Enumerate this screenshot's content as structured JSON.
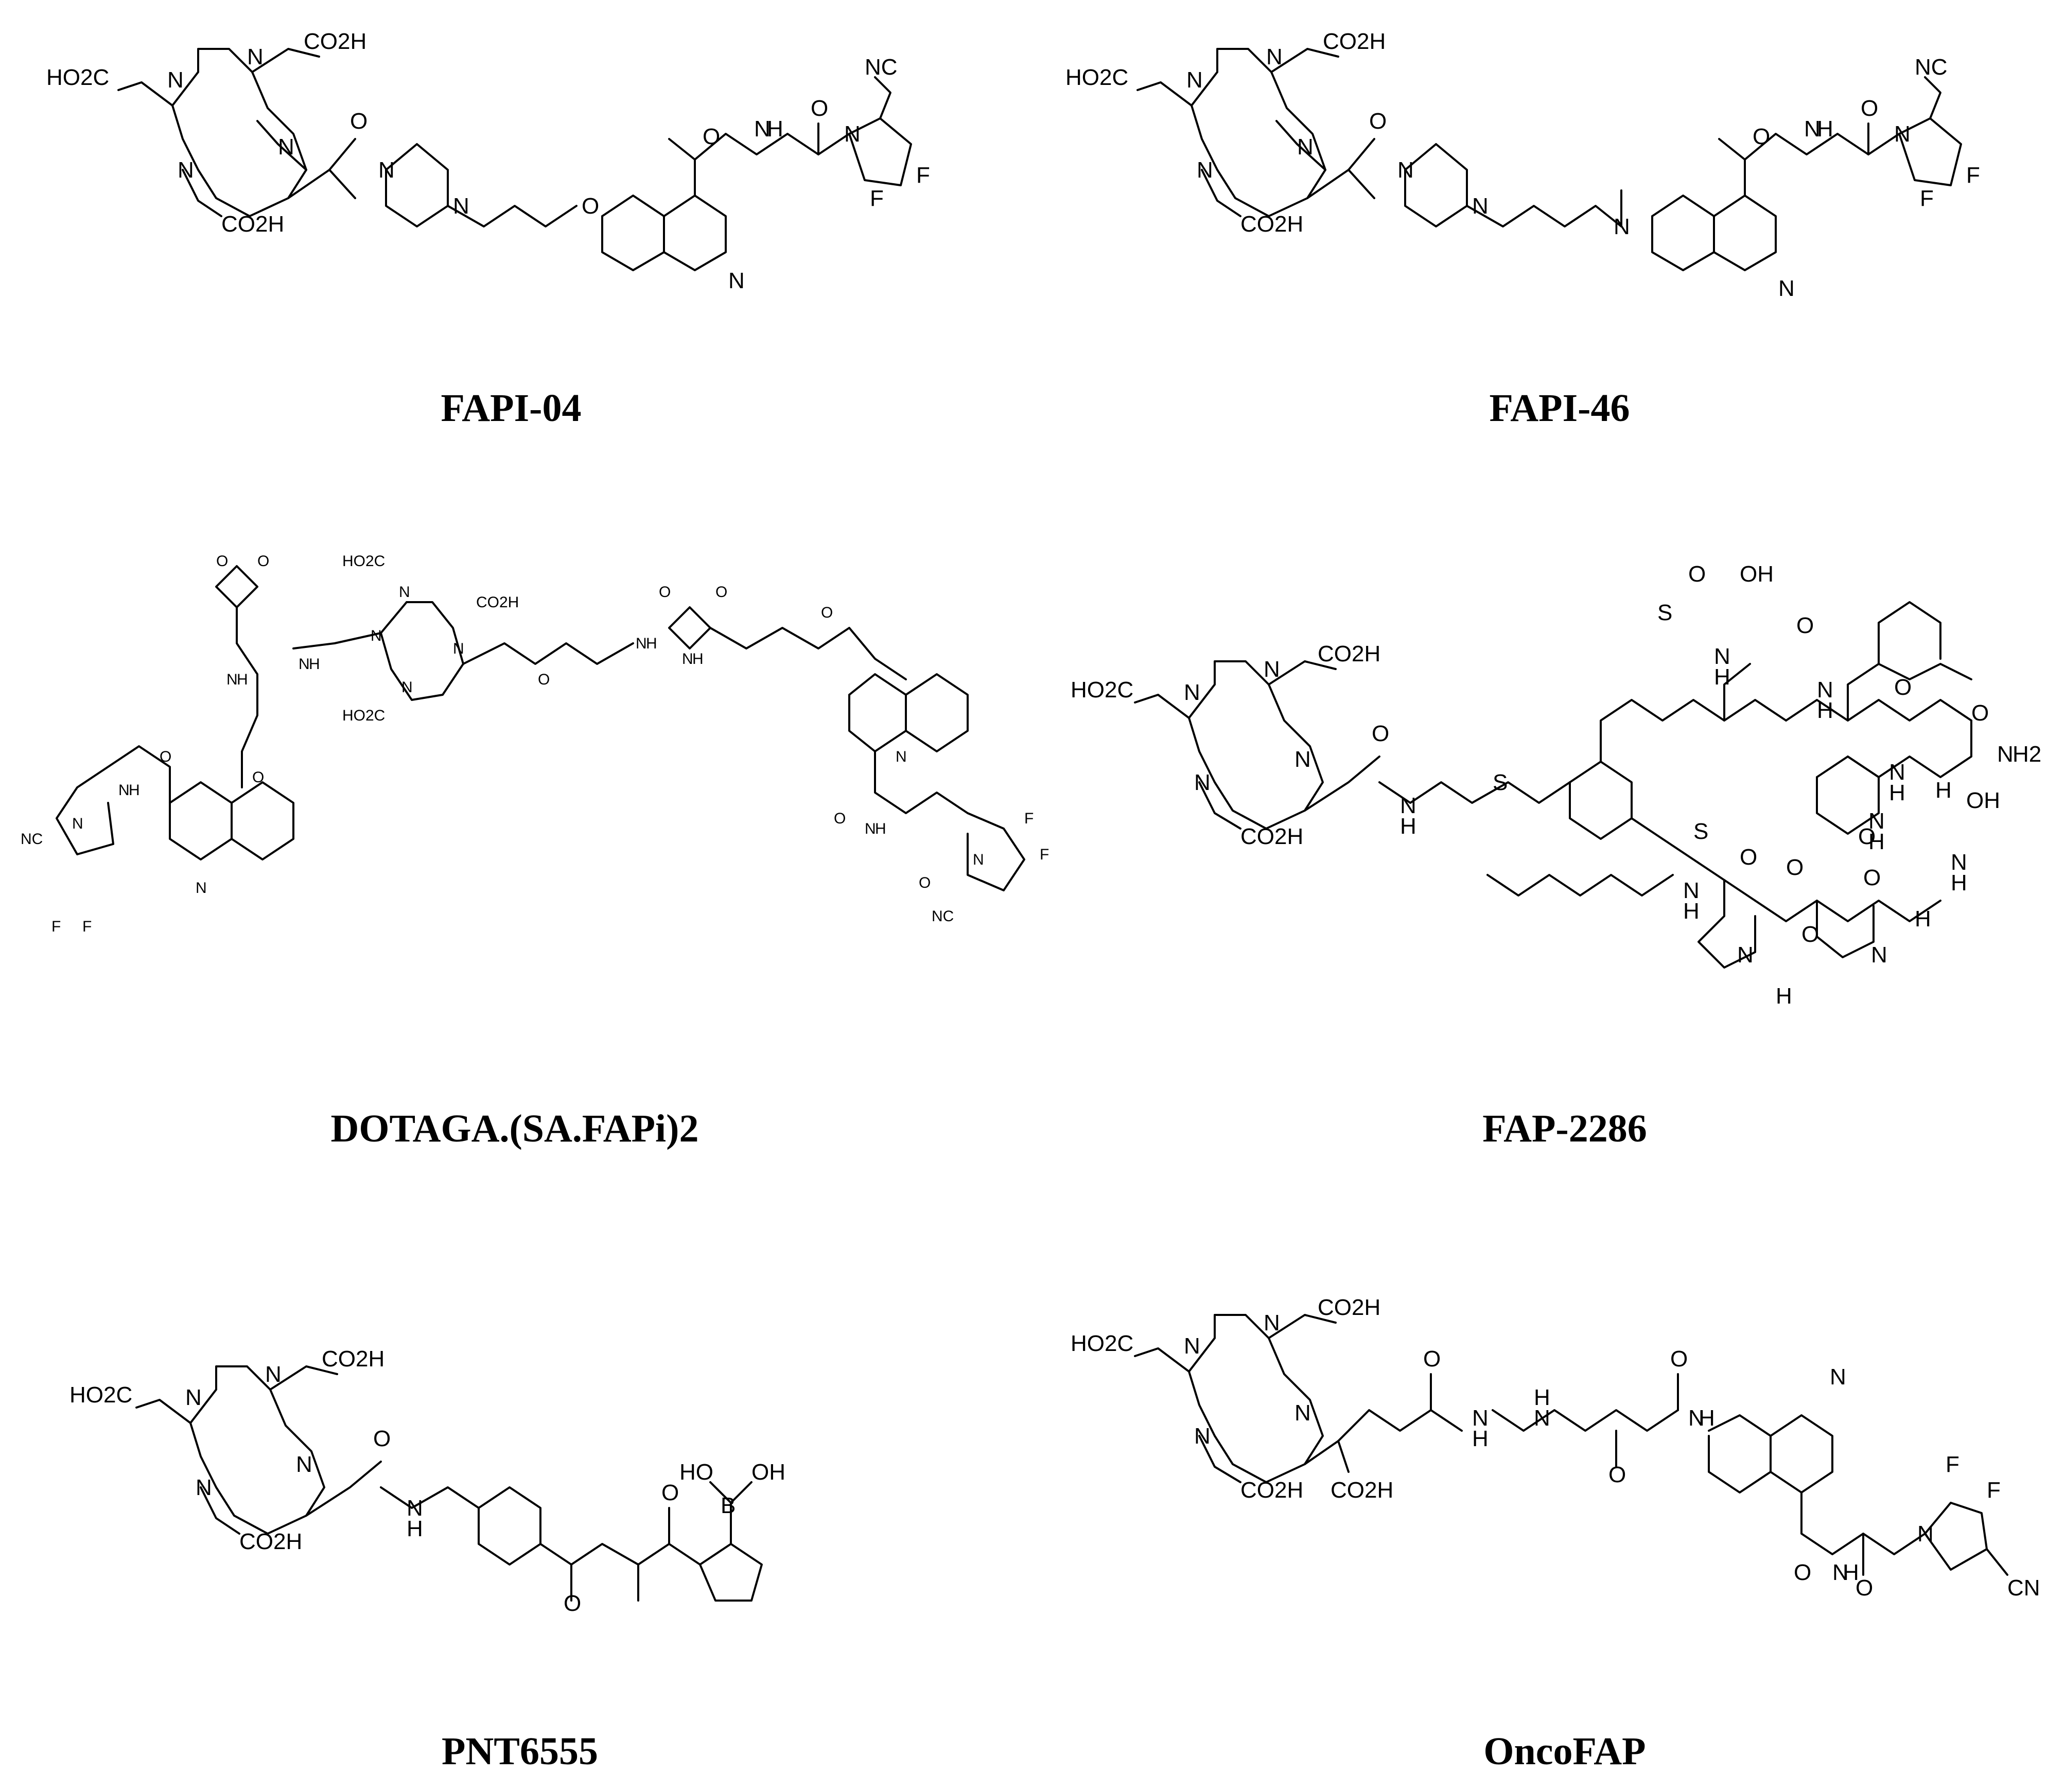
{
  "figure": {
    "panels": [
      {
        "name": "FAPI-04",
        "labels": [
          "HO2C",
          "CO2H",
          "CO2H",
          "N",
          "N",
          "N",
          "N",
          "O",
          "N",
          "N",
          "O",
          "O",
          "N",
          "H",
          "O",
          "NC",
          "N",
          "F",
          "F",
          "N"
        ]
      },
      {
        "name": "FAPI-46",
        "labels": [
          "HO2C",
          "CO2H",
          "CO2H",
          "N",
          "N",
          "N",
          "N",
          "O",
          "N",
          "N",
          "N",
          "O",
          "N",
          "H",
          "O",
          "NC",
          "N",
          "F",
          "F",
          "N"
        ]
      },
      {
        "name": "DOTAGA.(SA.FAPi)2",
        "labels": [
          "HO2C",
          "CO2H",
          "HO2C",
          "N",
          "N",
          "N",
          "N",
          "O",
          "O",
          "O",
          "O",
          "O",
          "N",
          "H",
          "N",
          "H",
          "N",
          "H",
          "N",
          "H",
          "O",
          "O",
          "N",
          "H",
          "N",
          "H",
          "O",
          "O",
          "NC",
          "N",
          "F",
          "F",
          "N",
          "N",
          "F",
          "F",
          "NC",
          "N",
          "O"
        ]
      },
      {
        "name": "FAP-2286",
        "labels": [
          "HO2C",
          "CO2H",
          "CO2H",
          "N",
          "N",
          "N",
          "N",
          "O",
          "N",
          "H",
          "S",
          "S",
          "S",
          "O",
          "OH",
          "N",
          "H",
          "O",
          "N",
          "H",
          "O",
          "N",
          "H2",
          "O",
          "N",
          "H",
          "O",
          "N",
          "H",
          "H",
          "OH",
          "N",
          "H",
          "O",
          "H",
          "N",
          "O",
          "N",
          "O",
          "N",
          "H",
          "O",
          "H"
        ]
      },
      {
        "name": "PNT6555",
        "labels": [
          "HO2C",
          "CO2H",
          "CO2H",
          "N",
          "N",
          "N",
          "N",
          "O",
          "N",
          "H",
          "O",
          "O",
          "HO",
          "B",
          "OH"
        ]
      },
      {
        "name": "OncoFAP",
        "labels": [
          "HO2C",
          "CO2H",
          "CO2H",
          "N",
          "N",
          "N",
          "N",
          "CO2H",
          "O",
          "N",
          "H",
          "N",
          "H",
          "O",
          "O",
          "N",
          "H",
          "N",
          "O",
          "N",
          "H",
          "O",
          "N",
          "F",
          "F",
          "CN"
        ]
      }
    ]
  }
}
